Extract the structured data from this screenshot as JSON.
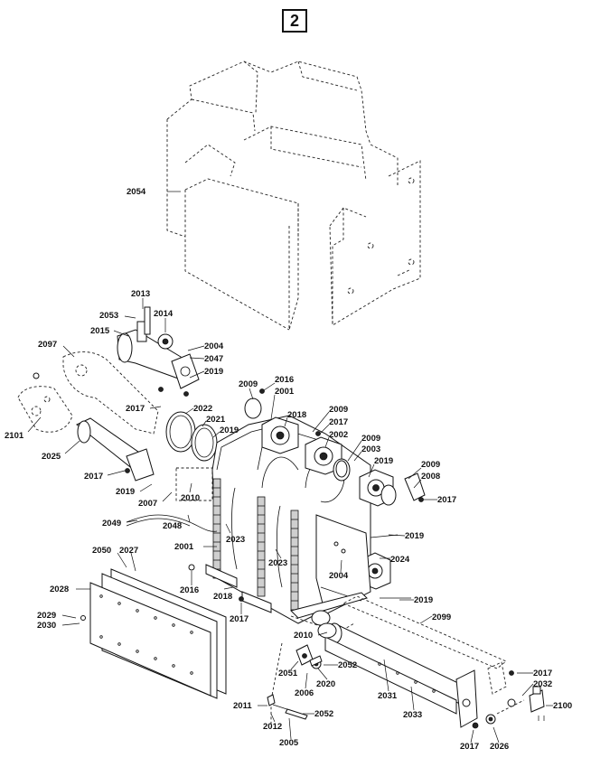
{
  "page_badge": "2",
  "labels": [
    {
      "id": "2054",
      "text": "2054"
    },
    {
      "id": "2013",
      "text": "2013"
    },
    {
      "id": "2053",
      "text": "2053"
    },
    {
      "id": "2014",
      "text": "2014"
    },
    {
      "id": "2015",
      "text": "2015"
    },
    {
      "id": "2097",
      "text": "2097"
    },
    {
      "id": "2004a",
      "text": "2004"
    },
    {
      "id": "2047",
      "text": "2047"
    },
    {
      "id": "2019a",
      "text": "2019"
    },
    {
      "id": "2009a",
      "text": "2009"
    },
    {
      "id": "2016a",
      "text": "2016"
    },
    {
      "id": "2001a",
      "text": "2001"
    },
    {
      "id": "2017a",
      "text": "2017"
    },
    {
      "id": "2022",
      "text": "2022"
    },
    {
      "id": "2021",
      "text": "2021"
    },
    {
      "id": "2019b",
      "text": "2019"
    },
    {
      "id": "2018a",
      "text": "2018"
    },
    {
      "id": "2009b",
      "text": "2009"
    },
    {
      "id": "2017b",
      "text": "2017"
    },
    {
      "id": "2002",
      "text": "2002"
    },
    {
      "id": "2101",
      "text": "2101"
    },
    {
      "id": "2009c",
      "text": "2009"
    },
    {
      "id": "2003",
      "text": "2003"
    },
    {
      "id": "2025",
      "text": "2025"
    },
    {
      "id": "2019c",
      "text": "2019"
    },
    {
      "id": "2009d",
      "text": "2009"
    },
    {
      "id": "2008",
      "text": "2008"
    },
    {
      "id": "2017c",
      "text": "2017"
    },
    {
      "id": "2017d",
      "text": "2017"
    },
    {
      "id": "2019d",
      "text": "2019"
    },
    {
      "id": "2010a",
      "text": "2010"
    },
    {
      "id": "2007",
      "text": "2007"
    },
    {
      "id": "2049",
      "text": "2049"
    },
    {
      "id": "2048",
      "text": "2048"
    },
    {
      "id": "2023a",
      "text": "2023"
    },
    {
      "id": "2019e",
      "text": "2019"
    },
    {
      "id": "2001b",
      "text": "2001"
    },
    {
      "id": "2050",
      "text": "2050"
    },
    {
      "id": "2027",
      "text": "2027"
    },
    {
      "id": "2023b",
      "text": "2023"
    },
    {
      "id": "2024",
      "text": "2024"
    },
    {
      "id": "2004b",
      "text": "2004"
    },
    {
      "id": "2016b",
      "text": "2016"
    },
    {
      "id": "2028",
      "text": "2028"
    },
    {
      "id": "2018b",
      "text": "2018"
    },
    {
      "id": "2019f",
      "text": "2019"
    },
    {
      "id": "2017e",
      "text": "2017"
    },
    {
      "id": "2029",
      "text": "2029"
    },
    {
      "id": "2030",
      "text": "2030"
    },
    {
      "id": "2099",
      "text": "2099"
    },
    {
      "id": "2010b",
      "text": "2010"
    },
    {
      "id": "2051",
      "text": "2051"
    },
    {
      "id": "2052a",
      "text": "2052"
    },
    {
      "id": "2006",
      "text": "2006"
    },
    {
      "id": "2020",
      "text": "2020"
    },
    {
      "id": "2017f",
      "text": "2017"
    },
    {
      "id": "2031",
      "text": "2031"
    },
    {
      "id": "2032",
      "text": "2032"
    },
    {
      "id": "2011",
      "text": "2011"
    },
    {
      "id": "2100",
      "text": "2100"
    },
    {
      "id": "2052b",
      "text": "2052"
    },
    {
      "id": "2012",
      "text": "2012"
    },
    {
      "id": "2033",
      "text": "2033"
    },
    {
      "id": "2005",
      "text": "2005"
    },
    {
      "id": "2017g",
      "text": "2017"
    },
    {
      "id": "2026",
      "text": "2026"
    }
  ]
}
